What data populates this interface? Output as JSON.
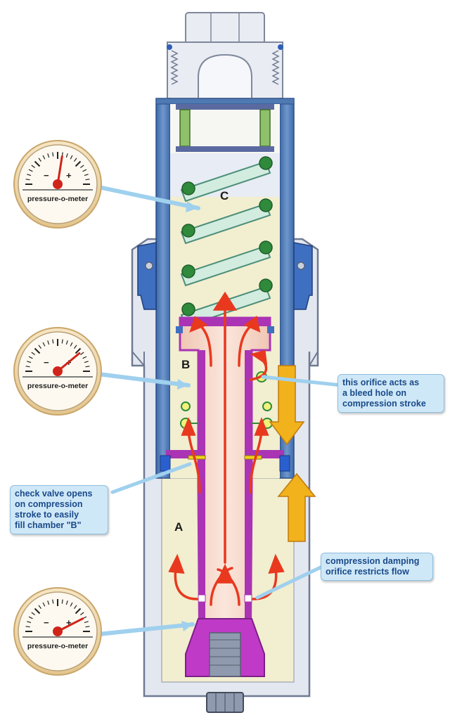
{
  "chambers": {
    "a": "A",
    "b": "B",
    "c": "C"
  },
  "gauges": [
    {
      "label": "pressure-o-meter",
      "minus": "−",
      "plus": "+",
      "needle_level": 0.55
    },
    {
      "label": "pressure-o-meter",
      "minus": "−",
      "plus": "+",
      "needle_level": 0.78
    },
    {
      "label": "pressure-o-meter",
      "minus": "−",
      "plus": "+",
      "needle_level": 0.85
    }
  ],
  "callouts": {
    "bleed_hole": "this orifice acts as\na bleed hole on\ncompression stroke",
    "check_valve": "check valve opens\non compression\nstroke to easily\nfill chamber \"B\"",
    "damping_orifice": "compression damping\norifice restricts flow"
  },
  "colors": {
    "body": "#e3e7ef",
    "body_outline": "#6f7a92",
    "tube": "#4f79b2",
    "oil": "#f2eed0",
    "spring": "#d2ece0",
    "spring_end": "#2f8a3c",
    "rod": "#f3d4c4",
    "rod_wall": "#aa34b4",
    "flow_arrow": "#e8391f",
    "stroke_arrow": "#f1b21c",
    "callout_fill": "#cfe8f7",
    "callout_text": "#1a4a8a"
  },
  "icons": [
    "pressure-gauge-icon",
    "flow-arrow-icon",
    "stroke-arrow-icon"
  ]
}
